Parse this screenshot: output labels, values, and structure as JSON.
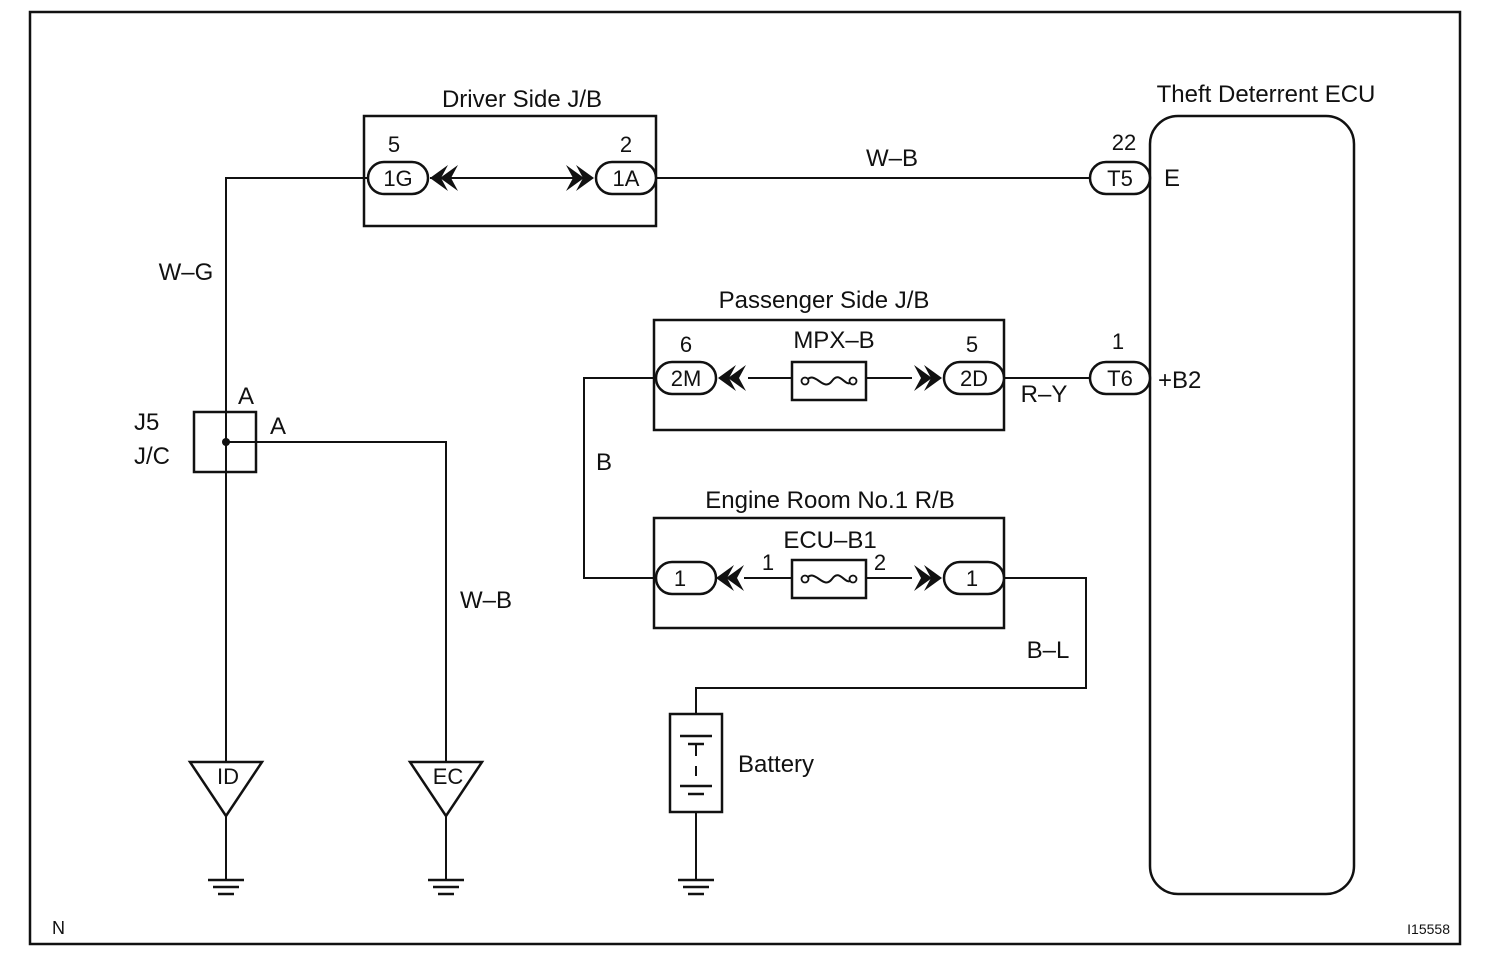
{
  "diagram": {
    "driver_jb": {
      "title": "Driver Side J/B",
      "pin_left": "5",
      "conn_left": "1G",
      "pin_right": "2",
      "conn_right": "1A"
    },
    "ecu": {
      "title": "Theft Deterrent ECU",
      "pin_e": "22",
      "conn_e": "T5",
      "term_e": "E",
      "pin_b2": "1",
      "conn_b2": "T6",
      "term_b2": "+B2"
    },
    "passenger_jb": {
      "title": "Passenger Side J/B",
      "fuse": "MPX–B",
      "pin_left": "6",
      "conn_left": "2M",
      "pin_right": "5",
      "conn_right": "2D"
    },
    "engine_rb": {
      "title": "Engine Room No.1 R/B",
      "fuse": "ECU–B1",
      "conn_left": "1",
      "fuse_pin_left": "1",
      "fuse_pin_right": "2",
      "conn_right": "1"
    },
    "junction": {
      "name": "J5",
      "type": "J/C",
      "pin_top": "A",
      "pin_right": "A"
    },
    "wires": {
      "wb_top": "W–B",
      "wg": "W–G",
      "ry": "R–Y",
      "b": "B",
      "wb_ec": "W–B",
      "bl": "B–L"
    },
    "grounds": {
      "id": "ID",
      "ec": "EC"
    },
    "battery": "Battery",
    "corner_left": "N",
    "figure_code": "I15558"
  }
}
